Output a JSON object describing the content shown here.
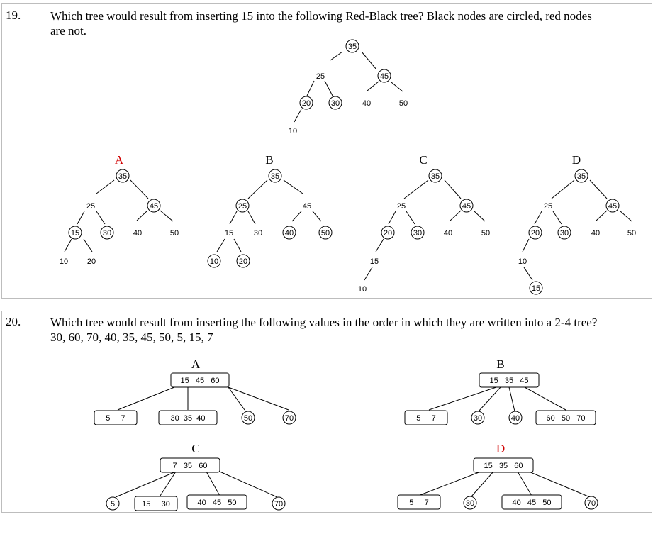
{
  "q19": {
    "number": "19.",
    "text_line1": "Which tree would result from inserting 15 into the following Red-Black tree? Black nodes are circled, red nodes",
    "text_line2": "are not.",
    "given_tree": {
      "keys": [
        "35",
        "25",
        "45",
        "20",
        "30",
        "40",
        "50",
        "10"
      ]
    },
    "options": [
      {
        "label": "A",
        "label_color": "#d00000",
        "keys": [
          "35",
          "25",
          "45",
          "15",
          "30",
          "40",
          "50",
          "10",
          "20"
        ]
      },
      {
        "label": "B",
        "label_color": "#000000",
        "keys": [
          "35",
          "25",
          "45",
          "15",
          "30",
          "40",
          "50",
          "10",
          "20"
        ]
      },
      {
        "label": "C",
        "label_color": "#000000",
        "keys": [
          "35",
          "25",
          "45",
          "20",
          "30",
          "40",
          "50",
          "15",
          "10"
        ]
      },
      {
        "label": "D",
        "label_color": "#000000",
        "keys": [
          "35",
          "25",
          "45",
          "20",
          "30",
          "40",
          "50",
          "10",
          "15"
        ]
      }
    ]
  },
  "q20": {
    "number": "20.",
    "text_line1": "Which tree would result from inserting the following values in the order in which they are written into a 2-4 tree?",
    "text_line2": "30, 60, 70, 40, 35, 45, 50, 5, 15, 7",
    "options": [
      {
        "label": "A",
        "label_color": "#000000",
        "root": "15   45   60",
        "children": [
          "5     7",
          "30  35  40",
          "50",
          "70"
        ]
      },
      {
        "label": "B",
        "label_color": "#000000",
        "root": "15   35   45",
        "children": [
          "5     7",
          "30",
          "40",
          "60   50   70"
        ]
      },
      {
        "label": "C",
        "label_color": "#000000",
        "root": "7   35   60",
        "children": [
          "5",
          "15     30",
          "40   45   50",
          "70"
        ]
      },
      {
        "label": "D",
        "label_color": "#d00000",
        "root": "15   35   60",
        "children": [
          "5     7",
          "30",
          "40   45   50",
          "70"
        ]
      }
    ]
  }
}
